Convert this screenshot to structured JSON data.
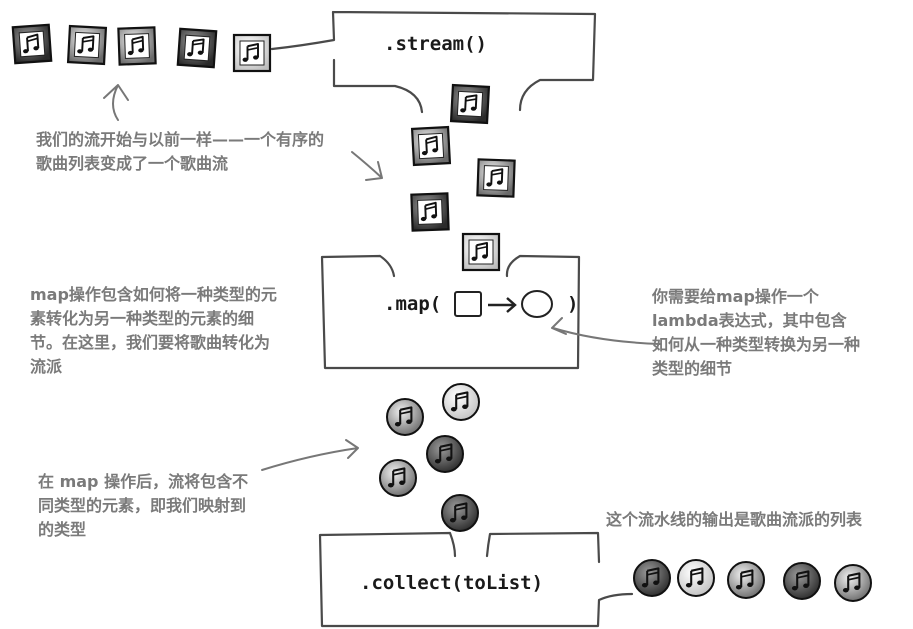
{
  "stages": {
    "stream": ".stream()",
    "map": ".map(",
    "map_close": ")",
    "collect": ".collect(toList)"
  },
  "notes": {
    "stream_note": "我们的流开始与以前一样——一个有序的歌曲列表变成了一个歌曲流",
    "map_left": "map操作包含如何将一种类型的元素转化为另一种类型的元素的细节。在这里，我们要将歌曲转化为流派",
    "map_right": "你需要给map操作一个lambda表达式，其中包含如何从一种类型转换为另一种类型的细节",
    "after_map": "在 map 操作后，流将包含不同类型的元素，即我们映射到的类型",
    "output": "这个流水线的输出是歌曲流派的列表"
  },
  "icons": {
    "song": "music-note-square-icon",
    "genre": "music-note-circle-icon"
  },
  "colors": {
    "ink": "#1a1a1a",
    "note_text": "#7a7a7a",
    "dark_fill": "#3a3a3a",
    "mid_fill": "#8a8a8a",
    "light_fill": "#e8e8e8"
  }
}
